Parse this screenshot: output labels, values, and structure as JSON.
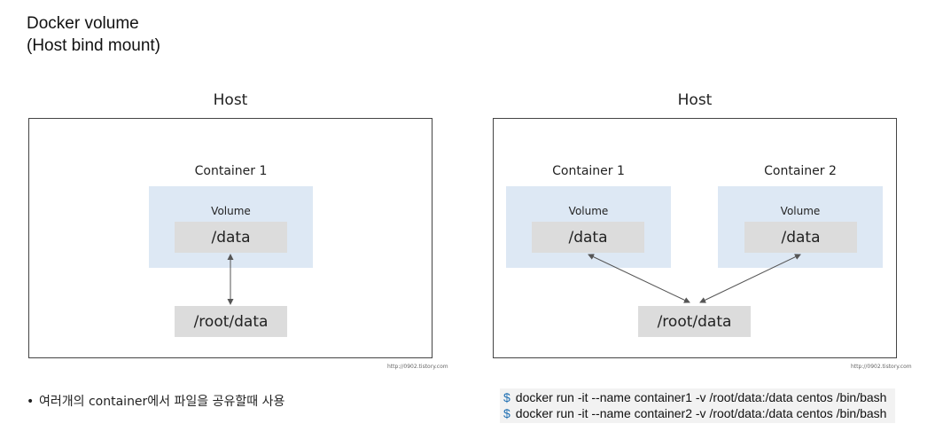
{
  "title": {
    "line1": "Docker volume",
    "line2": "(Host bind mount)"
  },
  "left_panel": {
    "host_label": "Host",
    "container_label": "Container 1",
    "volume_label": "Volume",
    "mount_path": "/data",
    "host_path": "/root/data",
    "watermark": "http://0902.tistory.com"
  },
  "right_panel": {
    "host_label": "Host",
    "containers": [
      {
        "label": "Container 1",
        "volume_label": "Volume",
        "mount_path": "/data"
      },
      {
        "label": "Container 2",
        "volume_label": "Volume",
        "mount_path": "/data"
      }
    ],
    "host_path": "/root/data",
    "watermark": "http://0902.tistory.com"
  },
  "bullet": {
    "symbol": "•",
    "text": "여러개의 container에서 파일을 공유할때 사용"
  },
  "commands": {
    "prompt": "$",
    "lines": [
      "docker run -it --name container1 -v /root/data:/data centos /bin/bash",
      "docker run -it --name container2 -v /root/data:/data centos /bin/bash"
    ]
  },
  "colors": {
    "volume_fill": "#dde8f4",
    "path_fill": "#dcdcdc",
    "border": "#444444",
    "arrow": "#555555",
    "prompt": "#1f6fb2"
  }
}
